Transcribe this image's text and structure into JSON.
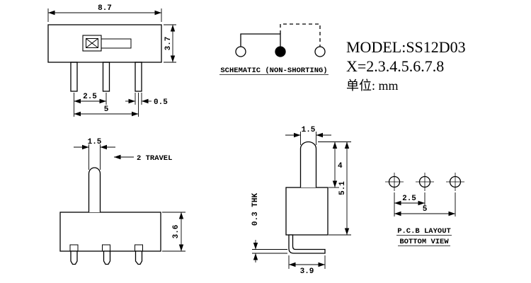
{
  "colors": {
    "ink": "#000000",
    "background": "#ffffff"
  },
  "title_block": {
    "model": "MODEL:SS12D03",
    "x_range": "X=2.3.4.5.6.7.8",
    "unit": "单位: mm"
  },
  "schematic": {
    "caption": "SCHEMATIC (NON-SHORTING)"
  },
  "front_view": {
    "dim_width": "8.7",
    "dim_height": "3.7",
    "dim_pin_pitch": "2.5",
    "dim_pin_span": "5",
    "dim_pin_width": "0.5"
  },
  "front_side_view": {
    "dim_knob_width": "1.5",
    "travel_label": "2 TRAVEL",
    "dim_body_height": "3.6"
  },
  "profile_view": {
    "dim_knob_width": "1.5",
    "dim_actuator_height": "4",
    "dim_total_height": "5.1",
    "dim_thickness": "0.3 THK",
    "dim_foot_length": "3.9"
  },
  "pcb_layout": {
    "dim_pitch": "2.5",
    "dim_span": "5",
    "caption_line1": "P.C.B LAYOUT",
    "caption_line2": "BOTTOM VIEW"
  }
}
